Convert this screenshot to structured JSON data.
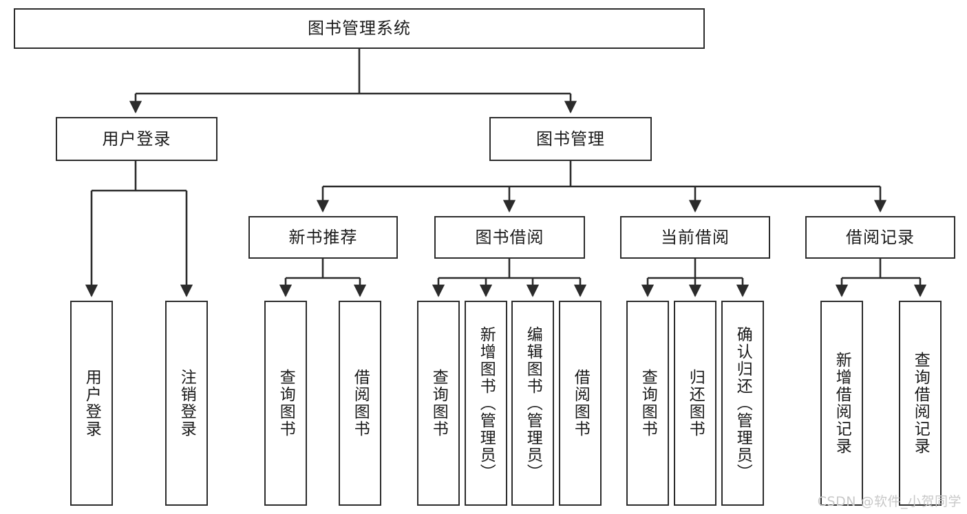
{
  "diagram": {
    "title": "图书管理系统",
    "type": "hierarchy-tree",
    "root": {
      "label": "图书管理系统"
    },
    "level2": [
      {
        "label": "用户登录"
      },
      {
        "label": "图书管理"
      }
    ],
    "level3": [
      {
        "label": "新书推荐"
      },
      {
        "label": "图书借阅"
      },
      {
        "label": "当前借阅"
      },
      {
        "label": "借阅记录"
      }
    ],
    "leaves": {
      "user_login": [
        {
          "label": "用户登录"
        },
        {
          "label": "注销登录"
        }
      ],
      "new_book_recommend": [
        {
          "label": "查询图书"
        },
        {
          "label": "借阅图书"
        }
      ],
      "book_borrow": [
        {
          "label": "查询图书"
        },
        {
          "label": "新增图书（管理员）"
        },
        {
          "label": "编辑图书（管理员）"
        },
        {
          "label": "借阅图书"
        }
      ],
      "current_borrow": [
        {
          "label": "查询图书"
        },
        {
          "label": "归还图书"
        },
        {
          "label": "确认归还（管理员）"
        }
      ],
      "borrow_record": [
        {
          "label": "新增借阅记录"
        },
        {
          "label": "查询借阅记录"
        }
      ]
    },
    "watermark": "CSDN @软件_小贺同学",
    "colors": {
      "stroke": "#2b2b2b",
      "fill": "#ffffff",
      "text": "#1a1a1a",
      "watermark": "#c8c8c8"
    }
  }
}
